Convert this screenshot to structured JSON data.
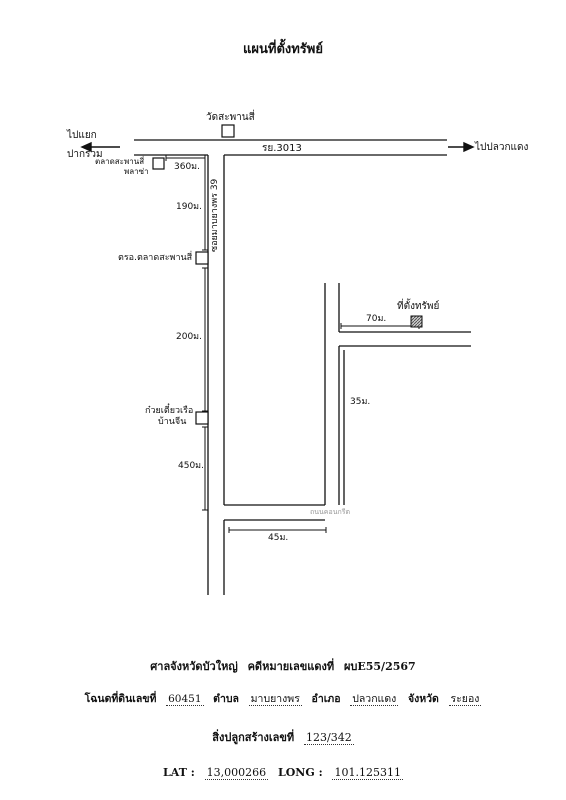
{
  "title": "แผนที่ตั้งทรัพย์",
  "map": {
    "main_road_label": "รย.3013",
    "soi_label": "ซอยมาบยางพร 39",
    "left_arrow_label_1": "ไปแยก",
    "left_arrow_label_2": "ปากร่วม",
    "right_arrow_label": "ไปปลวกแดง",
    "landmarks": {
      "temple": "วัดสะพานสี่",
      "market_1": "ตลาดสะพานสี่",
      "market_2": "พลาซ่า",
      "police": "ตรอ.ตลาดสะพานสี่",
      "noodle_1": "ก๋วยเตี๋ยวเรือ",
      "noodle_2": "บ้านจีน",
      "property": "ที่ตั้งทรัพย์",
      "faint_label": "ถนนคอนกรีต"
    },
    "distances": {
      "d360": "360ม.",
      "d190": "190ม.",
      "d200": "200ม.",
      "d450": "450ม.",
      "d70": "70ม.",
      "d35": "35ม.",
      "d45": "45ม."
    }
  },
  "footer": {
    "court": "ศาลจังหวัดบัวใหญ่",
    "case_label": "คดีหมายเลขแดงที่",
    "case_no": "ผบE55/2567",
    "deed_label": "โฉนดที่ดินเลขที่",
    "deed_no": "60451",
    "subdistrict_label": "ตำบล",
    "subdistrict": "มาบยางพร",
    "district_label": "อำเภอ",
    "district": "ปลวกแดง",
    "province_label": "จังหวัด",
    "province": "ระยอง",
    "building_label": "สิ่งปลูกสร้างเลขที่",
    "building_no": "123/342",
    "lat_label": "LAT :",
    "lat": "13,000266",
    "long_label": "LONG :",
    "long": "101.125311"
  }
}
